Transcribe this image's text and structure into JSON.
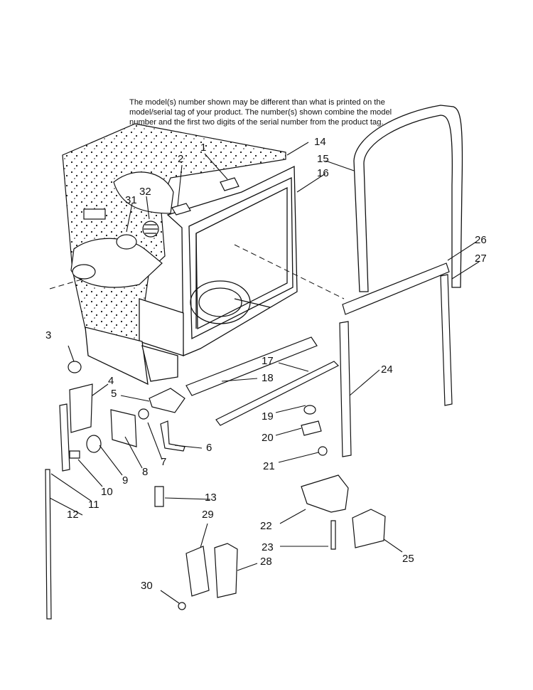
{
  "note": {
    "line1": "The model(s) number shown may be different than what is printed on the",
    "line2": "model/serial tag of your product. The number(s) shown combine the model",
    "line3": "number and the first two digits of the serial number from the product tag."
  },
  "callouts": {
    "c1": "1",
    "c2": "2",
    "c3": "3",
    "c4": "4",
    "c5": "5",
    "c6": "6",
    "c7": "7",
    "c8": "8",
    "c9": "9",
    "c10": "10",
    "c11": "11",
    "c12": "12",
    "c13": "13",
    "c14": "14",
    "c15": "15",
    "c16": "16",
    "c17": "17",
    "c18": "18",
    "c19": "19",
    "c20": "20",
    "c21": "21",
    "c22": "22",
    "c23": "23",
    "c24": "24",
    "c25": "25",
    "c26": "26",
    "c27": "27",
    "c28": "28",
    "c29": "29",
    "c30": "30",
    "c31": "31",
    "c32": "32"
  },
  "colors": {
    "line": "#111111",
    "background": "#ffffff",
    "insulation": "#ffffff"
  }
}
